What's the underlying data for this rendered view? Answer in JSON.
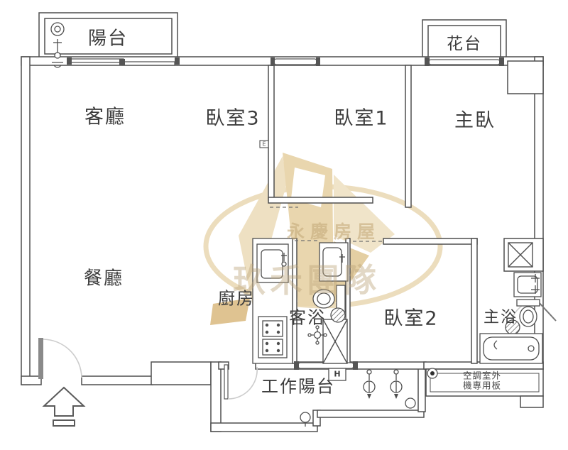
{
  "rooms": {
    "balcony": "陽台",
    "flower_bed": "花台",
    "living_room": "客廳",
    "bedroom3": "臥室3",
    "bedroom1": "臥室1",
    "master_bedroom": "主臥",
    "dining_room": "餐廳",
    "kitchen": "廚房",
    "guest_bath": "客浴",
    "bedroom2": "臥室2",
    "master_bath": "主浴",
    "work_balcony": "工作陽台"
  },
  "annotations": {
    "ac_panel_line1": "空調室外",
    "ac_panel_line2": "機專用板",
    "water_heater": "H",
    "outlet": "E"
  },
  "watermark": {
    "brand_text": "永慶房屋",
    "team_text": "玖禾團隊"
  },
  "colors": {
    "wall_line": "#4f4f4f",
    "window_cap": "#555555",
    "door_arc": "#cccccc",
    "watermark_tan": "#e9d6ae",
    "watermark_ring": "#ecddbd",
    "background": "#ffffff"
  }
}
